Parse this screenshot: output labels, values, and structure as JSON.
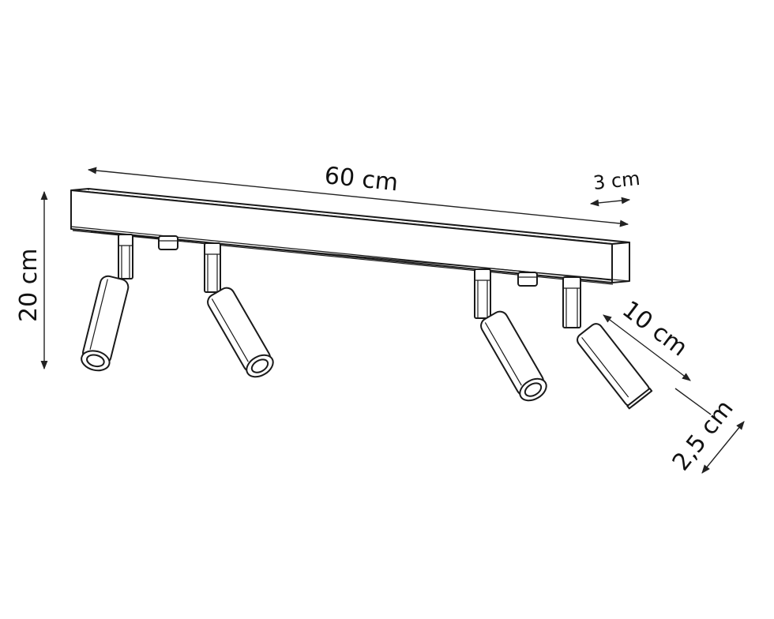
{
  "dimensions": {
    "length": "60 cm",
    "depth": "3 cm",
    "height": "20 cm",
    "spot_length": "10 cm",
    "spot_diameter": "2,5 cm"
  },
  "colors": {
    "stroke": "#1a1a1a",
    "background": "#ffffff"
  },
  "spotlights": [
    "spot-1",
    "spot-2",
    "spot-3",
    "spot-4"
  ]
}
